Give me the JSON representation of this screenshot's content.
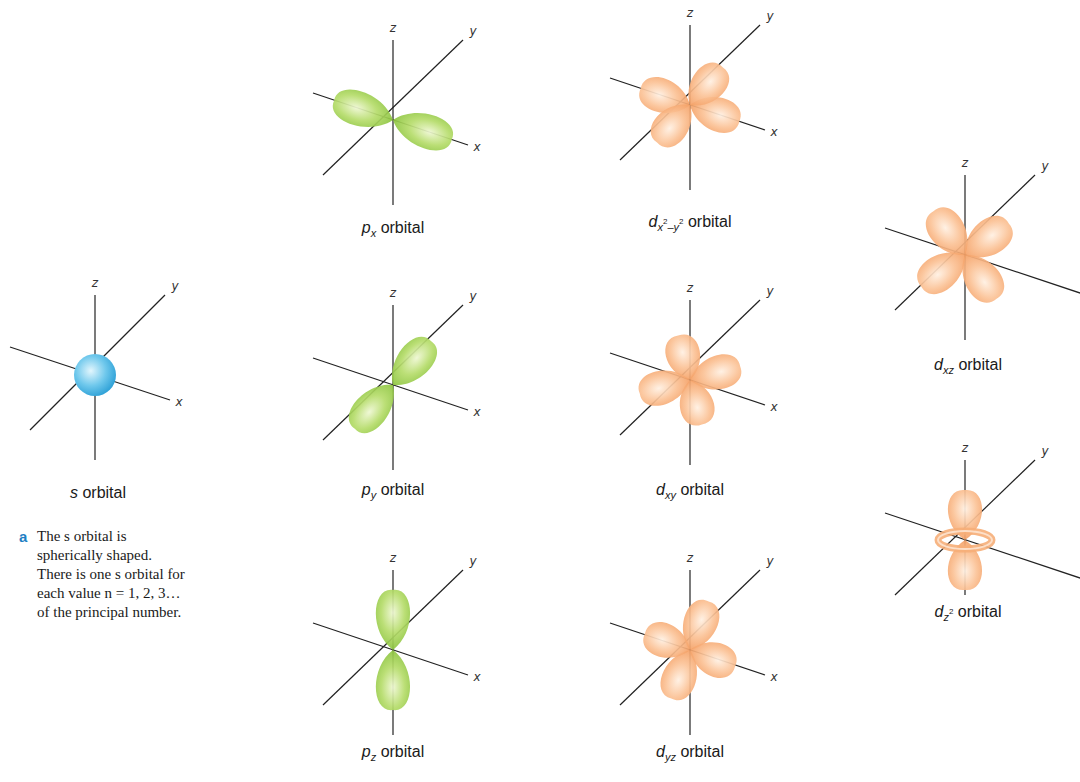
{
  "diagram": {
    "labels": [
      "z",
      "y",
      "x",
      "px orbital",
      "z",
      "y",
      "x",
      "dx2–y2 orbital",
      "z",
      "y",
      "dxz orbital",
      "z",
      "y",
      "x",
      "s orbital",
      "z",
      "y",
      "x",
      "py orbital",
      "z",
      "y",
      "x",
      "dxy orbital",
      "z",
      "y",
      "dz2 orbital",
      "a",
      "The s orbital is spherically shaped. There is one s orbital for each value n = 1, 2, 3…of the principal number.",
      "z",
      "y",
      "x",
      "pz orbital",
      "z",
      "y",
      "x",
      "dyz orbital"
    ]
  }
}
